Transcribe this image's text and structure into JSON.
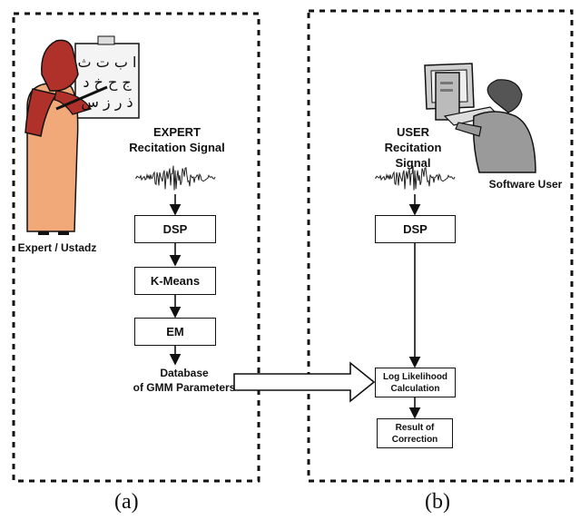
{
  "panel_a": {
    "expert_caption": "Expert / Ustadz",
    "signal_title_1": "EXPERT",
    "signal_title_2": "Recitation Signal",
    "blocks": [
      "DSP",
      "K-Means",
      "EM"
    ],
    "database_line_1": "Database",
    "database_line_2": "of GMM Parameters",
    "board_rows": [
      "ا ب ت ث",
      "ج ح خ د",
      "ذ ر ز س"
    ],
    "sublabel": "(a)"
  },
  "panel_b": {
    "signal_title_1": "USER",
    "signal_title_2": "Recitation Signal",
    "user_caption": "Software User",
    "dsp": "DSP",
    "loglik_line_1": "Log Likelihood",
    "loglik_line_2": "Calculation",
    "result_line_1": "Result of",
    "result_line_2": "Correction",
    "sublabel": "(b)"
  },
  "colors": {
    "robe": "#f2a97a",
    "scarf": "#b0302a",
    "board": "#f4f4f4",
    "user": "#9a9a9a",
    "stroke": "#111111"
  },
  "icons": [
    "teacher-illustration-icon",
    "computer-user-illustration-icon",
    "waveform-icon"
  ]
}
